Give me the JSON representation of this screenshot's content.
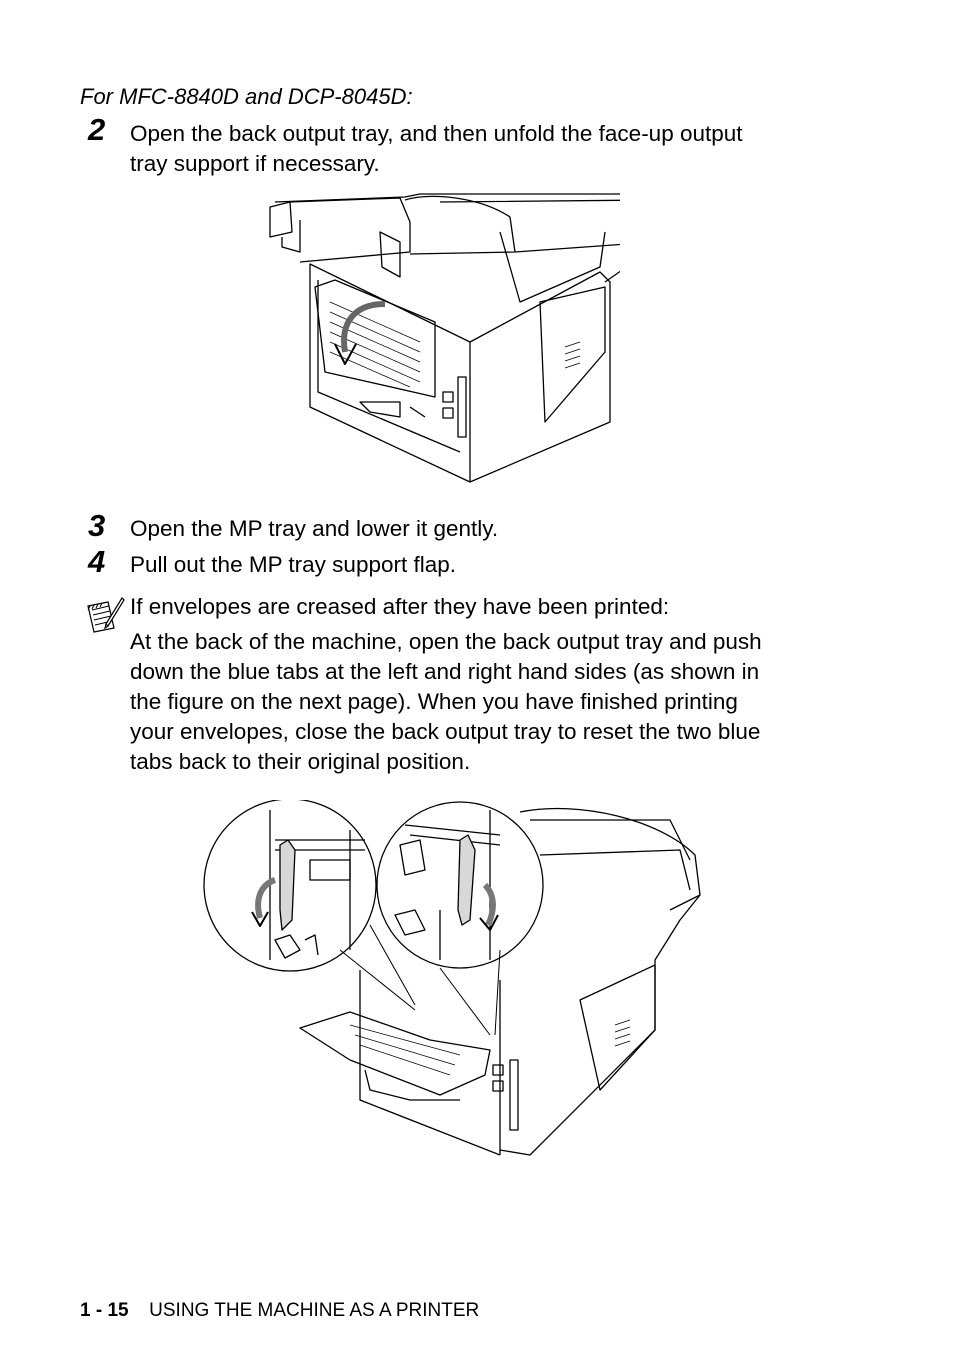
{
  "subheading": "For MFC-8840D and DCP-8045D:",
  "steps": [
    {
      "number": "2",
      "lines": [
        "Open the back output tray, and then unfold the face-up output",
        "tray support if necessary."
      ]
    },
    {
      "number": "3",
      "lines": [
        "Open the MP tray and lower it gently."
      ]
    },
    {
      "number": "4",
      "lines": [
        "Pull out the MP tray support flap."
      ]
    }
  ],
  "note": {
    "icon": "note-pad-icon",
    "lead": "If envelopes are creased after they have been printed:",
    "lines": [
      "At the back of the machine, open the back output tray and push",
      "down the blue tabs at the left and right hand sides (as shown in",
      "the figure on the next page). When you have finished printing",
      "your envelopes, close the back output tray to reset the two blue",
      "tabs back to their original position."
    ]
  },
  "footer": {
    "page_number": "1 - 15",
    "section_title": "USING THE MACHINE AS A PRINTER"
  }
}
